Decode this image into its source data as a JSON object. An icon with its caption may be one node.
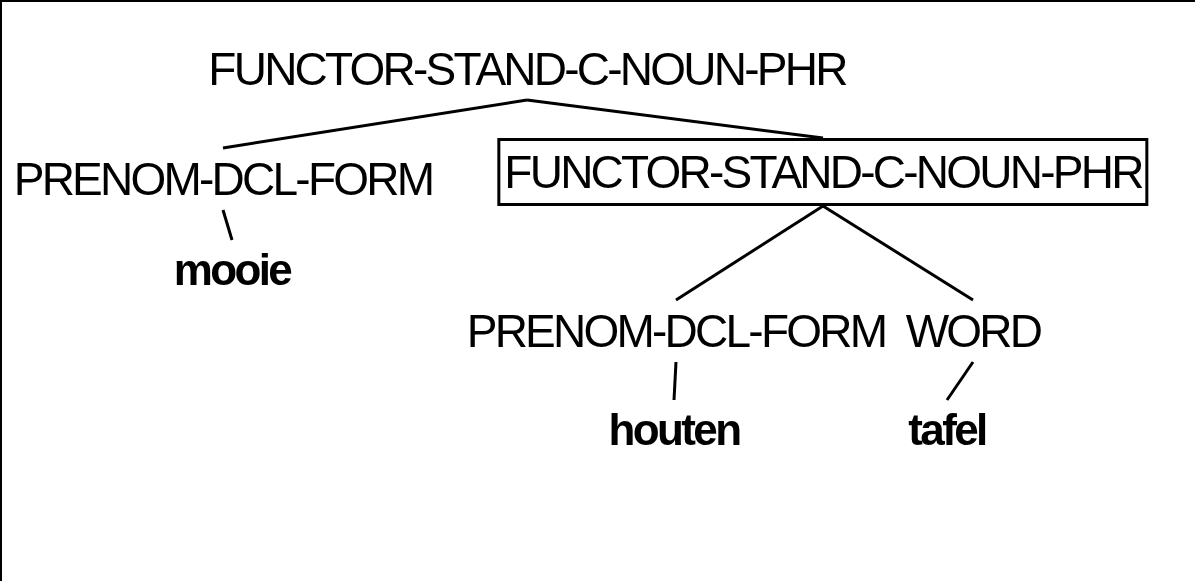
{
  "diagram": {
    "nodes": [
      {
        "text": [
          "FUNCTOR-STAND-C-NOUN-PHR"
        ]
      },
      {
        "text": [
          "PRENOM-DCL-FORM"
        ]
      },
      {
        "text": [
          "FUNCTOR-STAND-C-NOUN-PHR"
        ]
      },
      {
        "text": [
          "mooie"
        ]
      },
      {
        "text": [
          "PRENOM-DCL-FORM"
        ]
      },
      {
        "text": [
          "WORD"
        ]
      },
      {
        "text": [
          "houten"
        ]
      },
      {
        "text": [
          "tafel"
        ]
      }
    ],
    "edges": [
      {
        "from": 0,
        "to": 1,
        "arrow": "none"
      },
      {
        "from": 0,
        "to": 2,
        "arrow": "none"
      },
      {
        "from": 1,
        "to": 3,
        "arrow": "none"
      },
      {
        "from": 2,
        "to": 4,
        "arrow": "none"
      },
      {
        "from": 2,
        "to": 5,
        "arrow": "none"
      },
      {
        "from": 4,
        "to": 6,
        "arrow": "none"
      },
      {
        "from": 5,
        "to": 7,
        "arrow": "none"
      }
    ]
  }
}
